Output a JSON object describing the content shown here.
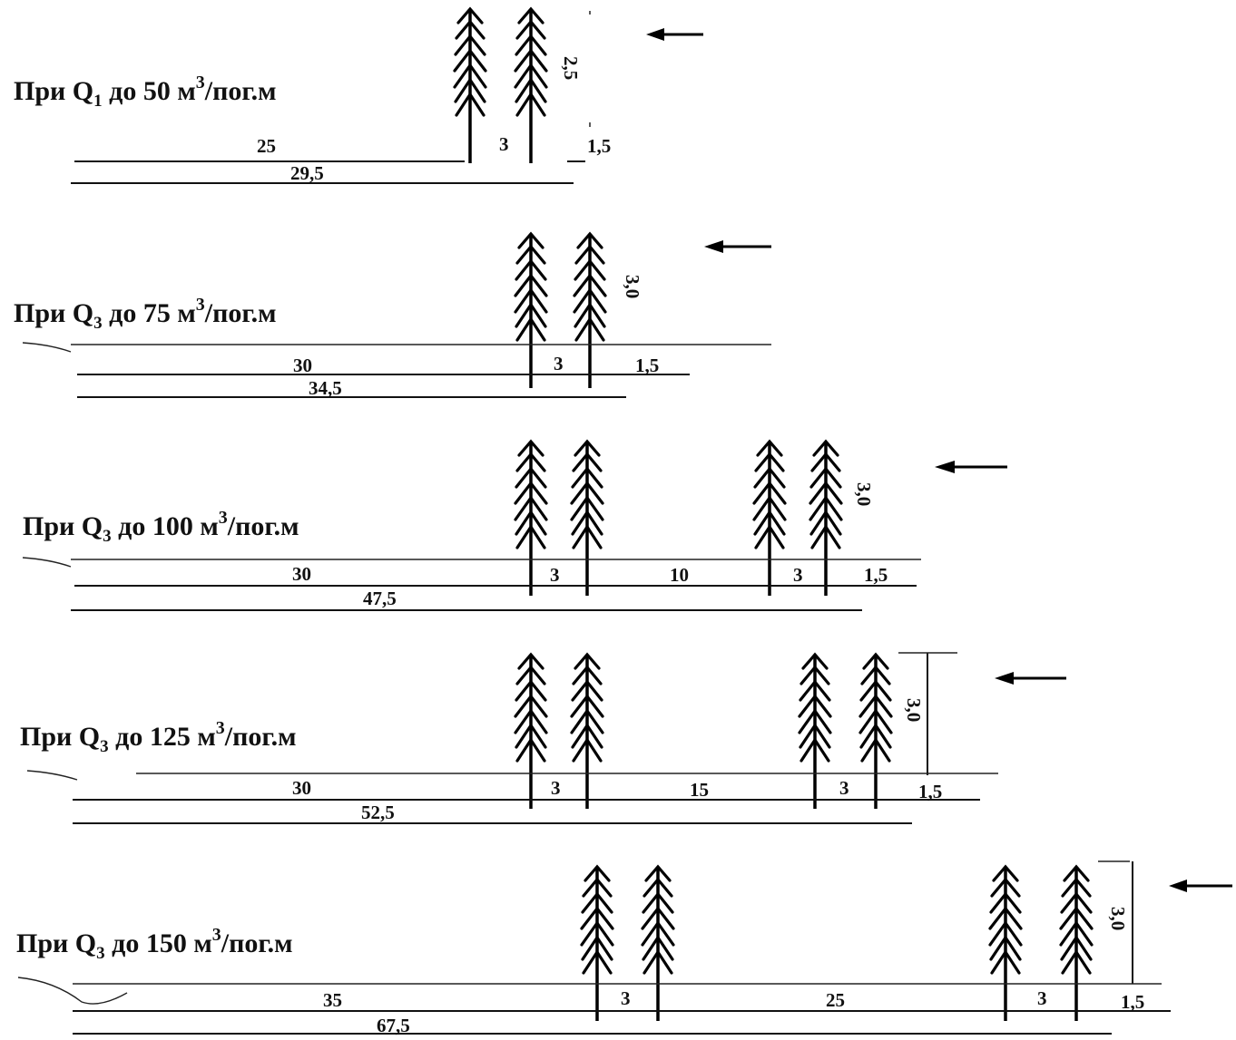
{
  "rows": [
    {
      "label": {
        "prefix": "При Q",
        "sub": "1",
        "mid": " до 50 м",
        "sup": "3",
        "suffix": "/пог.м"
      },
      "dims": {
        "d1": "25",
        "gap1": "3",
        "edge": "1,5",
        "total": "29,5",
        "height": "2,5"
      }
    },
    {
      "label": {
        "prefix": "При Q",
        "sub": "3",
        "mid": " до 75 м",
        "sup": "3",
        "suffix": "/пог.м"
      },
      "dims": {
        "d1": "30",
        "gap1": "3",
        "edge": "1,5",
        "total": "34,5",
        "height": "3,0"
      }
    },
    {
      "label": {
        "prefix": "При Q",
        "sub": "3",
        "mid": " до 100 м",
        "sup": "3",
        "suffix": "/пог.м"
      },
      "dims": {
        "d1": "30",
        "gap1": "3",
        "mid": "10",
        "gap2": "3",
        "edge": "1,5",
        "total": "47,5",
        "height": "3,0"
      }
    },
    {
      "label": {
        "prefix": "При Q",
        "sub": "3",
        "mid": " до 125 м",
        "sup": "3",
        "suffix": "/пог.м"
      },
      "dims": {
        "d1": "30",
        "gap1": "3",
        "mid": "15",
        "gap2": "3",
        "edge": "1,5",
        "total": "52,5",
        "height": "3,0"
      }
    },
    {
      "label": {
        "prefix": "При Q",
        "sub": "3",
        "mid": " до 150 м",
        "sup": "3",
        "suffix": "/пог.м"
      },
      "dims": {
        "d1": "35",
        "gap1": "3",
        "mid": "25",
        "gap2": "3",
        "edge": "1,5",
        "total": "67,5",
        "height": "3,0"
      }
    }
  ]
}
